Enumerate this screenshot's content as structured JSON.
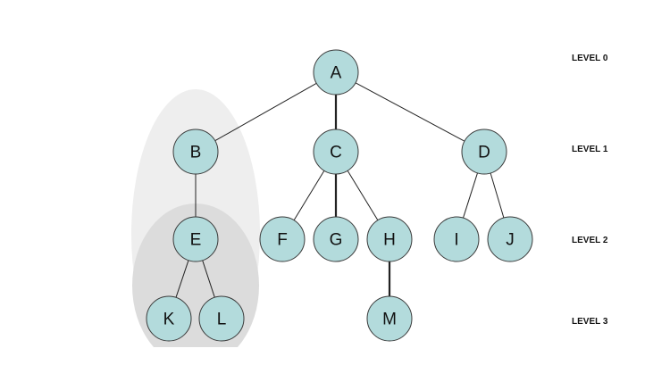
{
  "colors": {
    "node_fill": "#b3dbdc",
    "node_stroke": "#3a3a3a",
    "edge": "#222222",
    "outer_subtree_shade": "#eeeeee",
    "inner_subtree_shade": "#dcdcdc"
  },
  "nodes": [
    {
      "id": "A",
      "label": "A",
      "level": 0
    },
    {
      "id": "B",
      "label": "B",
      "level": 1
    },
    {
      "id": "C",
      "label": "C",
      "level": 1
    },
    {
      "id": "D",
      "label": "D",
      "level": 1
    },
    {
      "id": "E",
      "label": "E",
      "level": 2
    },
    {
      "id": "F",
      "label": "F",
      "level": 2
    },
    {
      "id": "G",
      "label": "G",
      "level": 2
    },
    {
      "id": "H",
      "label": "H",
      "level": 2
    },
    {
      "id": "I",
      "label": "I",
      "level": 2
    },
    {
      "id": "J",
      "label": "J",
      "level": 2
    },
    {
      "id": "K",
      "label": "K",
      "level": 3
    },
    {
      "id": "L",
      "label": "L",
      "level": 3
    },
    {
      "id": "M",
      "label": "M",
      "level": 3
    }
  ],
  "edges": [
    {
      "from": "A",
      "to": "B",
      "bold": false
    },
    {
      "from": "A",
      "to": "C",
      "bold": true
    },
    {
      "from": "A",
      "to": "D",
      "bold": false
    },
    {
      "from": "B",
      "to": "E",
      "bold": false
    },
    {
      "from": "C",
      "to": "F",
      "bold": false
    },
    {
      "from": "C",
      "to": "G",
      "bold": true
    },
    {
      "from": "C",
      "to": "H",
      "bold": false
    },
    {
      "from": "D",
      "to": "I",
      "bold": false
    },
    {
      "from": "D",
      "to": "J",
      "bold": false
    },
    {
      "from": "E",
      "to": "K",
      "bold": false
    },
    {
      "from": "E",
      "to": "L",
      "bold": false
    },
    {
      "from": "H",
      "to": "M",
      "bold": true
    }
  ],
  "highlighted_subtrees": [
    {
      "root": "B",
      "shade": "outer"
    },
    {
      "root": "E",
      "shade": "inner"
    }
  ],
  "levels": [
    {
      "label": "LEVEL 0"
    },
    {
      "label": "LEVEL 1"
    },
    {
      "label": "LEVEL 2"
    },
    {
      "label": "LEVEL 3"
    }
  ]
}
